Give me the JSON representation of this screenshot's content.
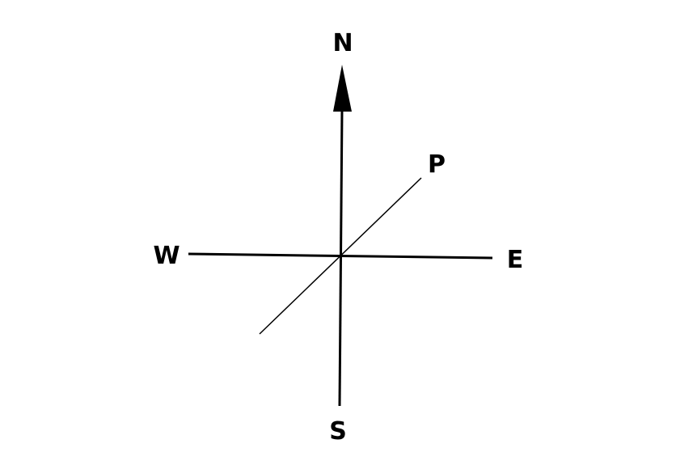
{
  "compass": {
    "north_label": "N",
    "south_label": "S",
    "east_label": "E",
    "west_label": "W",
    "point_label": "P"
  },
  "colors": {
    "background": "#ffffff",
    "ink": "#000000"
  }
}
